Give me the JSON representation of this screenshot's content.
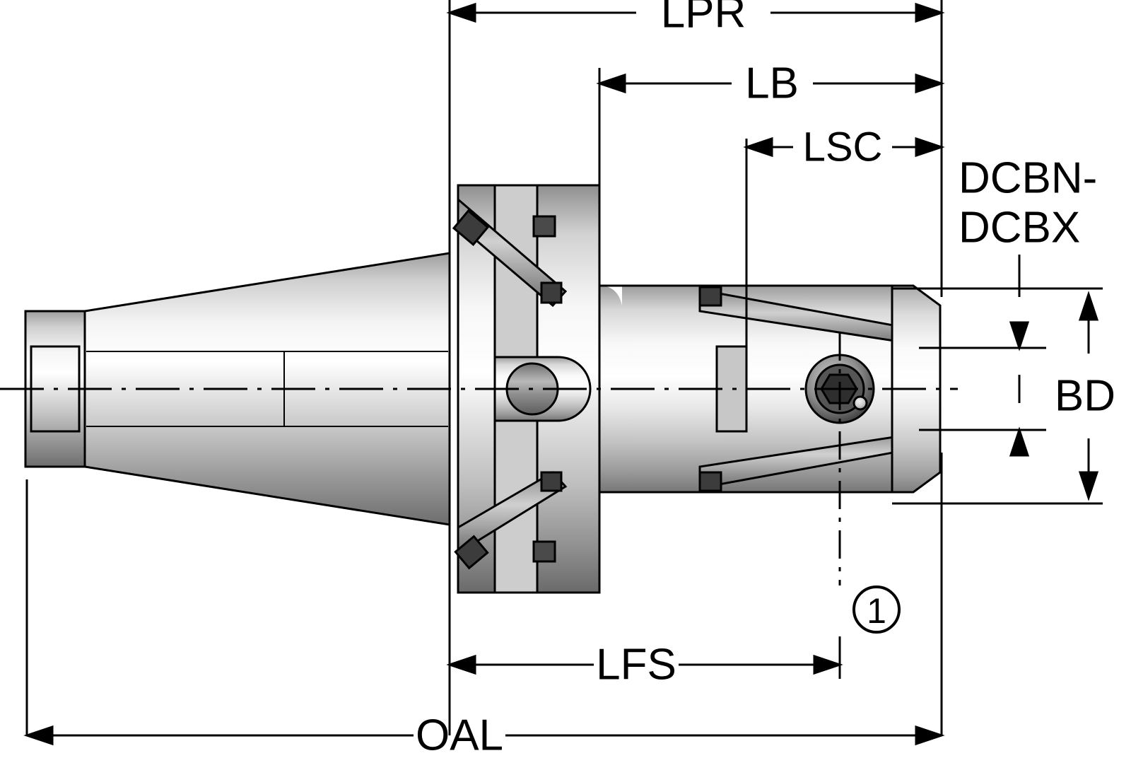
{
  "diagram": {
    "title": "Shrink fit tool holder technical dimension drawing",
    "type": "engineering-dimension-drawing",
    "dimension_labels": [
      {
        "id": "LPR",
        "text": "LPR",
        "position": "top",
        "extent": "from gauge-line flange face to tool-holder nose end"
      },
      {
        "id": "LB",
        "text": "LB",
        "position": "top",
        "extent": "from front flange face to nose end"
      },
      {
        "id": "LSC",
        "text": "LSC",
        "position": "top",
        "extent": "from shrink-chuck shoulder to nose end"
      },
      {
        "id": "DCBN-DCBX",
        "text_line1": "DCBN-",
        "text_line2": "DCBX",
        "position": "right-upper",
        "extent": "clamping bore diameter range"
      },
      {
        "id": "BD",
        "text": "BD",
        "position": "right",
        "extent": "body diameter at nose"
      },
      {
        "id": "LFS",
        "text": "LFS",
        "position": "bottom",
        "extent": "from flange face to set screw axis"
      },
      {
        "id": "OAL",
        "text": "OAL",
        "position": "bottom",
        "extent": "overall length"
      }
    ],
    "callouts": [
      {
        "id": "1",
        "text": "1",
        "shape": "circle",
        "note": "set screw / coolant port reference"
      }
    ],
    "colors": {
      "line": "#000000",
      "background": "#ffffff",
      "metal_light": "#f2f2f2",
      "metal_mid": "#d9d9d9",
      "metal_dark": "#a6a6a6",
      "metal_darkest": "#4d4d4d",
      "bore": "#8c8c8c"
    }
  }
}
